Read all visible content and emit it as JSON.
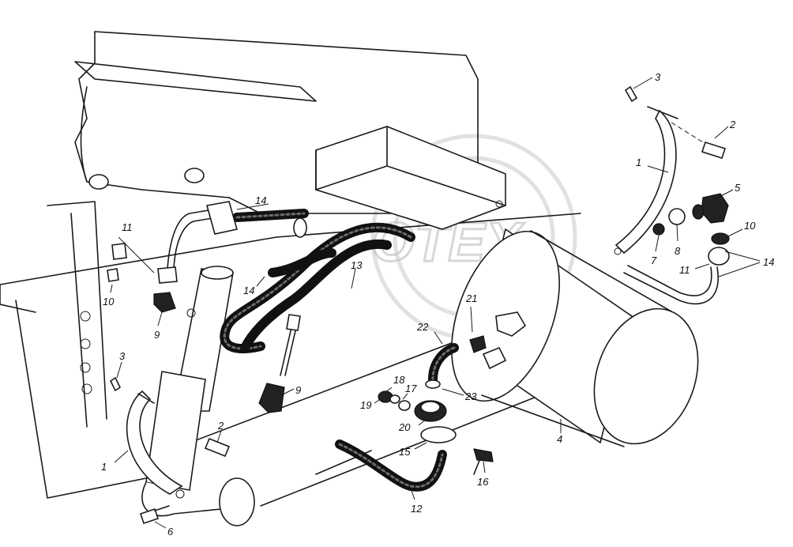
{
  "watermark": "OTEX",
  "callouts": [
    {
      "id": "c3a",
      "text": "3"
    },
    {
      "id": "c2a",
      "text": "2"
    },
    {
      "id": "c1a",
      "text": "1"
    },
    {
      "id": "c5",
      "text": "5"
    },
    {
      "id": "c10a",
      "text": "10"
    },
    {
      "id": "c7",
      "text": "7"
    },
    {
      "id": "c8",
      "text": "8"
    },
    {
      "id": "c14a",
      "text": "14"
    },
    {
      "id": "c11a",
      "text": "11"
    },
    {
      "id": "c14b",
      "text": "14"
    },
    {
      "id": "c14c",
      "text": "14"
    },
    {
      "id": "c13",
      "text": "13"
    },
    {
      "id": "c11b",
      "text": "11"
    },
    {
      "id": "c10b",
      "text": "10"
    },
    {
      "id": "c9a",
      "text": "9"
    },
    {
      "id": "c3b",
      "text": "3"
    },
    {
      "id": "c9b",
      "text": "9"
    },
    {
      "id": "c21",
      "text": "21"
    },
    {
      "id": "c22",
      "text": "22"
    },
    {
      "id": "c18",
      "text": "18"
    },
    {
      "id": "c17",
      "text": "17"
    },
    {
      "id": "c19",
      "text": "19"
    },
    {
      "id": "c23",
      "text": "23"
    },
    {
      "id": "c20",
      "text": "20"
    },
    {
      "id": "c4",
      "text": "4"
    },
    {
      "id": "c2b",
      "text": "2"
    },
    {
      "id": "c1b",
      "text": "1"
    },
    {
      "id": "c15",
      "text": "15"
    },
    {
      "id": "c16",
      "text": "16"
    },
    {
      "id": "c12",
      "text": "12"
    },
    {
      "id": "c6",
      "text": "6"
    }
  ]
}
